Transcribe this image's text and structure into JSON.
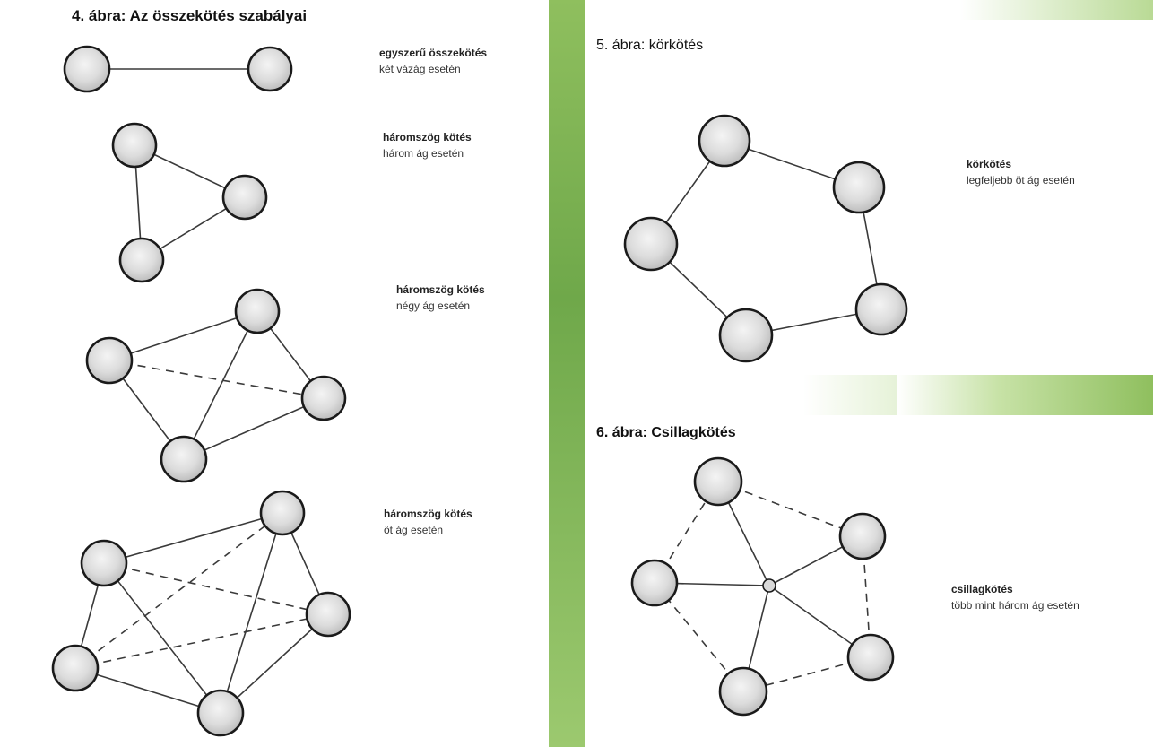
{
  "figure4": {
    "title": "4. ábra: Az összekötés szabályai",
    "items": [
      {
        "bold": "egyszerű összekötés",
        "sub": "két vázág esetén"
      },
      {
        "bold": "háromszög kötés",
        "sub": "három ág esetén"
      },
      {
        "bold": "háromszög kötés",
        "sub": "négy ág esetén"
      },
      {
        "bold": "háromszög kötés",
        "sub": "öt ág esetén"
      }
    ]
  },
  "figure5": {
    "title": "5. ábra: körkötés",
    "bold": "körkötés",
    "sub": "legfeljebb öt ág esetén"
  },
  "figure6": {
    "title": "6. ábra: Csillagkötés",
    "bold": "csillagkötés",
    "sub": "több mint három ág esetén"
  }
}
